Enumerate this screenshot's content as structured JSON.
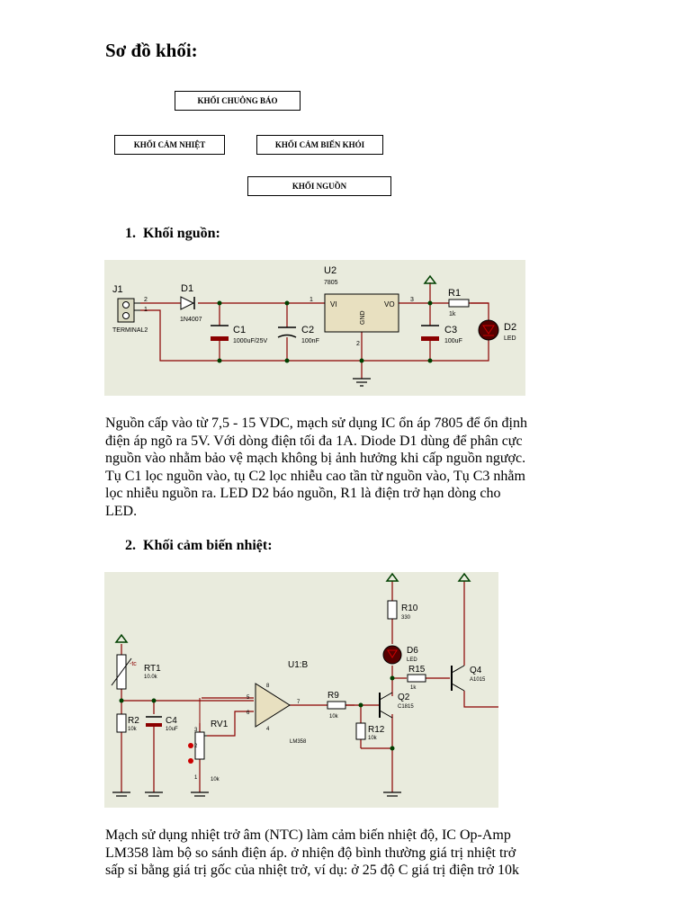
{
  "title": "Sơ đồ khối:",
  "blocks": {
    "alarm": "KHỐI CHUÔNG BÁO",
    "temp_sensor": "KHỐI CẢM NHIỆT",
    "smoke_sensor": "KHỐI CẢM BIẾN KHÓI",
    "power": "KHỐI NGUỒN"
  },
  "section1": {
    "number": "1.",
    "heading": "Khối nguồn:",
    "circuit": {
      "j1": "J1",
      "terminal": "TERMINAL2",
      "pin2": "2",
      "pin1": "1",
      "d1": "D1",
      "d1_part": "1N4007",
      "c1": "C1",
      "c1_val": "1000uF/25V",
      "c2": "C2",
      "c2_val": "100nF",
      "u2": "U2",
      "u2_part": "7805",
      "vi": "VI",
      "vo": "VO",
      "gnd": "GND",
      "pin_in": "1",
      "pin_out": "3",
      "pin_gnd": "2",
      "c3": "C3",
      "c3_val": "100uF",
      "r1": "R1",
      "r1_val": "1k",
      "d2": "D2",
      "d2_part": "LED"
    },
    "paragraph": "Nguồn cấp vào từ 7,5 - 15 VDC, mạch sử dụng IC ổn áp 7805 để ổn định\nđiện áp ngõ ra 5V. Với dòng điện tối đa 1A. Diode D1 dùng để phân cực\nnguồn vào nhằm bảo vệ mạch không bị ảnh hưởng khi cấp nguồn ngược.\nTụ C1 lọc nguồn vào, tụ C2 lọc nhiễu cao tần từ nguồn vào, Tụ C3 nhằm\nlọc nhiễu nguồn ra. LED D2 báo nguồn, R1 là điện trở hạn dòng cho\nLED."
  },
  "section2": {
    "number": "2.",
    "heading": "Khối cảm biến nhiệt:",
    "circuit": {
      "rt1": "RT1",
      "rt1_val": "10.0k",
      "tc": "-tc",
      "r2": "R2",
      "r2_val": "10k",
      "c4": "C4",
      "c4_val": "10uF",
      "rv1": "RV1",
      "rv1_val": "10k",
      "pin3": "3",
      "pin2": "2",
      "pin1": "1",
      "u1b": "U1:B",
      "lm358": "LM358",
      "pin5": "5",
      "pin6": "6",
      "pin7": "7",
      "pin8": "8",
      "pin4": "4",
      "r9": "R9",
      "r9_val": "10k",
      "q2": "Q2",
      "q2_part": "C1815",
      "r12": "R12",
      "r12_val": "10k",
      "r10": "R10",
      "r10_val": "330",
      "d6": "D6",
      "d6_part": "LED",
      "r15": "R15",
      "r15_val": "1k",
      "q4": "Q4",
      "q4_part": "A1015"
    },
    "paragraph": "Mạch sử dụng nhiệt trở âm (NTC) làm cảm biến nhiệt độ, IC Op-Amp\nLM358 làm bộ so sánh điện áp. ở nhiện độ bình thường giá trị nhiệt trở\nsấp sỉ bằng giá trị gốc của nhiệt trở, ví dụ: ở 25 độ C giá trị điện trở 10k"
  }
}
